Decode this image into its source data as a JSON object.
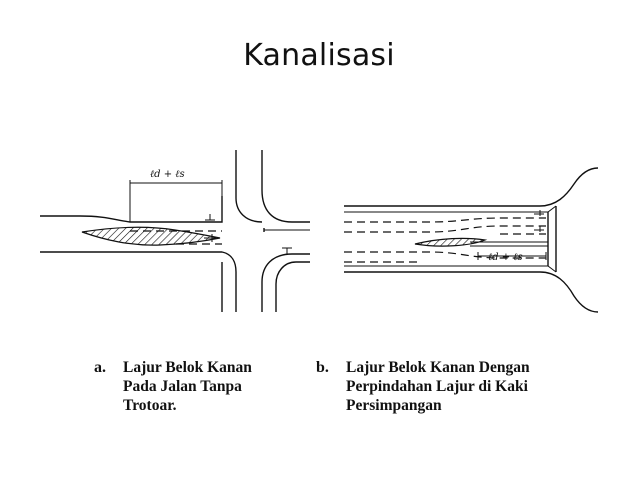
{
  "slide": {
    "title": "Kanalisasi"
  },
  "figure_a": {
    "dimension_label": "ℓd + ℓs",
    "caption_letter": "a.",
    "caption_lines": [
      "Lajur Belok Kanan",
      "Pada Jalan Tanpa",
      "Trotoar."
    ]
  },
  "figure_b": {
    "dimension_label": "ℓd + ℓs",
    "caption_letter": "b.",
    "caption_lines": [
      "Lajur Belok Kanan Dengan",
      "Perpindahan Lajur di Kaki",
      "Persimpangan"
    ]
  }
}
